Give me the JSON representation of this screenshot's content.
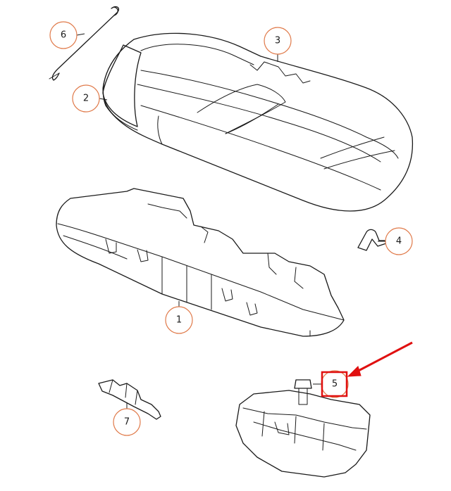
{
  "callouts": [
    {
      "id": "1",
      "label": "1"
    },
    {
      "id": "2",
      "label": "2"
    },
    {
      "id": "3",
      "label": "3"
    },
    {
      "id": "4",
      "label": "4"
    },
    {
      "id": "5",
      "label": "5"
    },
    {
      "id": "6",
      "label": "6"
    },
    {
      "id": "7",
      "label": "7"
    }
  ],
  "highlight": {
    "target": "5",
    "color": "#e01010"
  },
  "colors": {
    "ring": "#e07a4a",
    "line": "#1a1a1a",
    "highlight": "#e01010"
  }
}
